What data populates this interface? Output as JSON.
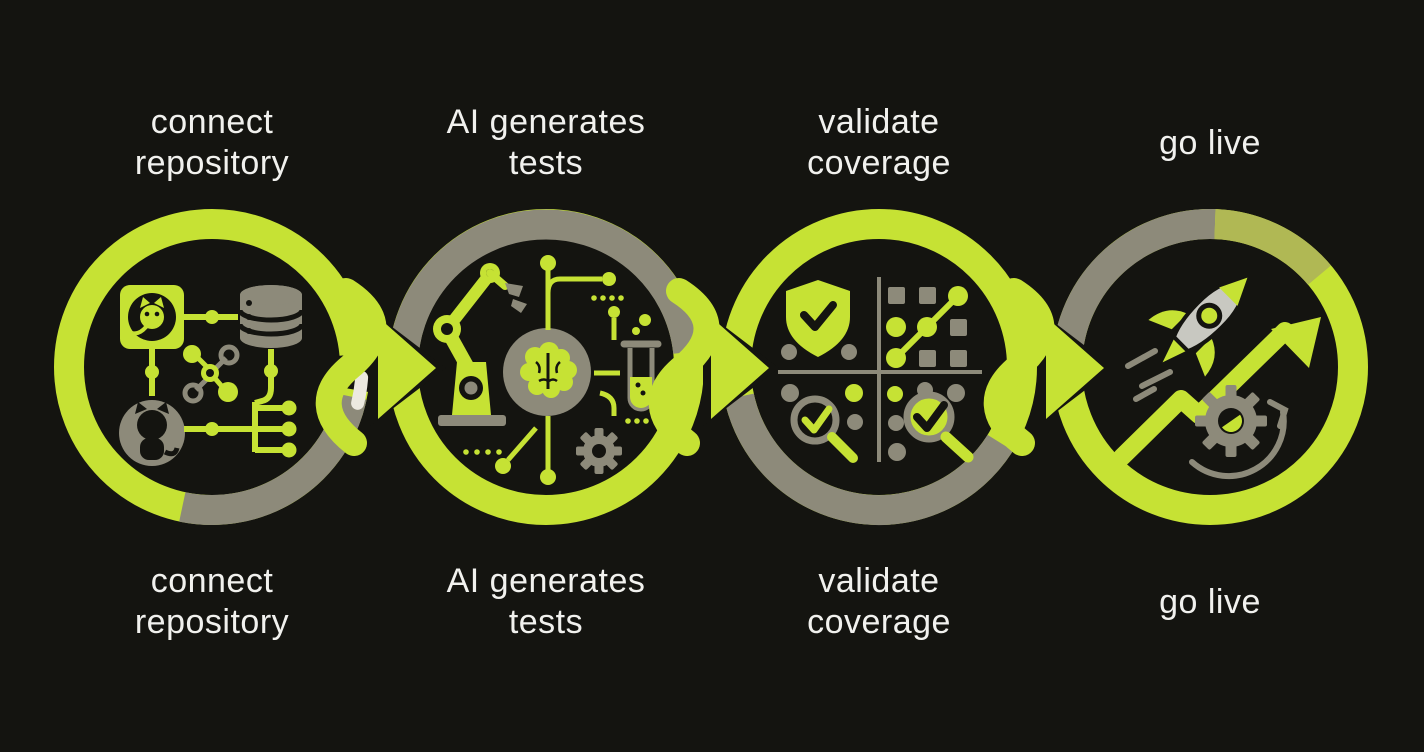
{
  "diagram": {
    "background": "#141410",
    "colors": {
      "lime": "#c6e234",
      "gray": "#8d8a7a",
      "olive": "#b0b854",
      "rocket_body": "#c8c8c1",
      "text": "#f1f1ee",
      "highlight_white": "#ece9e0"
    },
    "steps": [
      {
        "id": "connect-repository",
        "label": "connect\nrepository",
        "icons": [
          "github-logo-icon",
          "database-icon",
          "git-network-icon",
          "octocat-icon",
          "git-branch-icon"
        ]
      },
      {
        "id": "ai-generates-tests",
        "label": "AI generates\ntests",
        "icons": [
          "robot-arm-icon",
          "brain-icon",
          "circuit-icon",
          "test-tube-icon",
          "gear-icon"
        ]
      },
      {
        "id": "validate-coverage",
        "label": "validate\ncoverage",
        "icons": [
          "shield-check-icon",
          "coverage-grid-icon",
          "magnifier-check-icon",
          "magnifier-check-filled-icon"
        ]
      },
      {
        "id": "go-live",
        "label": "go live",
        "icons": [
          "rocket-icon",
          "growth-arrow-icon",
          "gear-icon",
          "refresh-arrow-icon"
        ]
      }
    ],
    "connectors": [
      {
        "from": "connect-repository",
        "to": "ai-generates-tests",
        "icon": "flow-arrow-icon"
      },
      {
        "from": "ai-generates-tests",
        "to": "validate-coverage",
        "icon": "flow-arrow-icon"
      },
      {
        "from": "validate-coverage",
        "to": "go-live",
        "icon": "flow-arrow-icon"
      }
    ]
  }
}
